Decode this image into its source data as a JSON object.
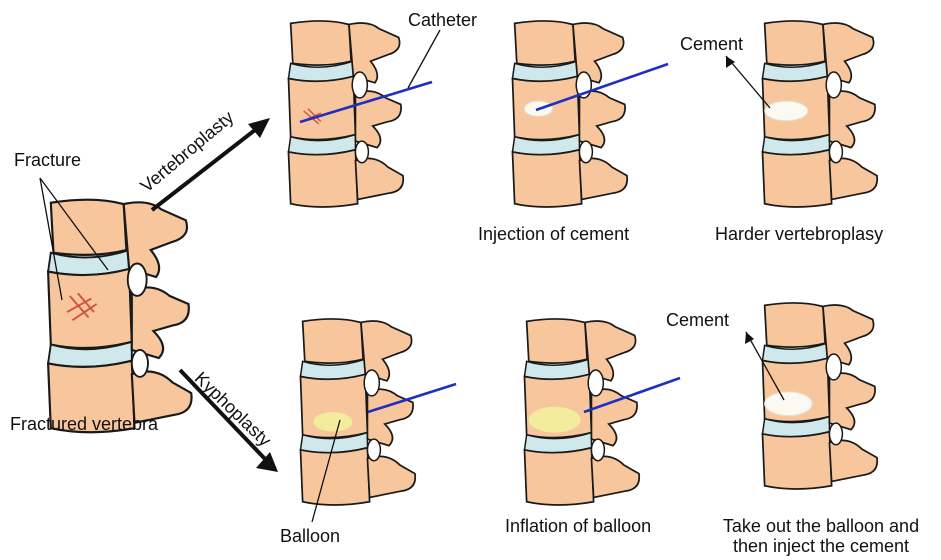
{
  "labels": {
    "fracture": "Fracture",
    "fractured_vertebra": "Fractured vertebra",
    "vertebroplasty": "Vertebroplasty",
    "kyphoplasty": "Kyphoplasty",
    "catheter": "Catheter",
    "cement_top": "Cement",
    "cement_bottom": "Cement",
    "injection_of_cement": "Injection of cement",
    "harder_vertebroplasy": "Harder vertebroplasy",
    "balloon": "Balloon",
    "inflation_of_balloon": "Inflation of balloon",
    "take_out_line1": "Take out the balloon and",
    "take_out_line2": "then inject the cement"
  },
  "colors": {
    "bone": "#f8c69c",
    "outline": "#1a1a1a",
    "disc": "#cfe8ec",
    "catheter": "#1f2fbf",
    "fracture_marks": "#d0533f",
    "balloon": "#f2ef9c",
    "cement": "#fbfaf2"
  }
}
